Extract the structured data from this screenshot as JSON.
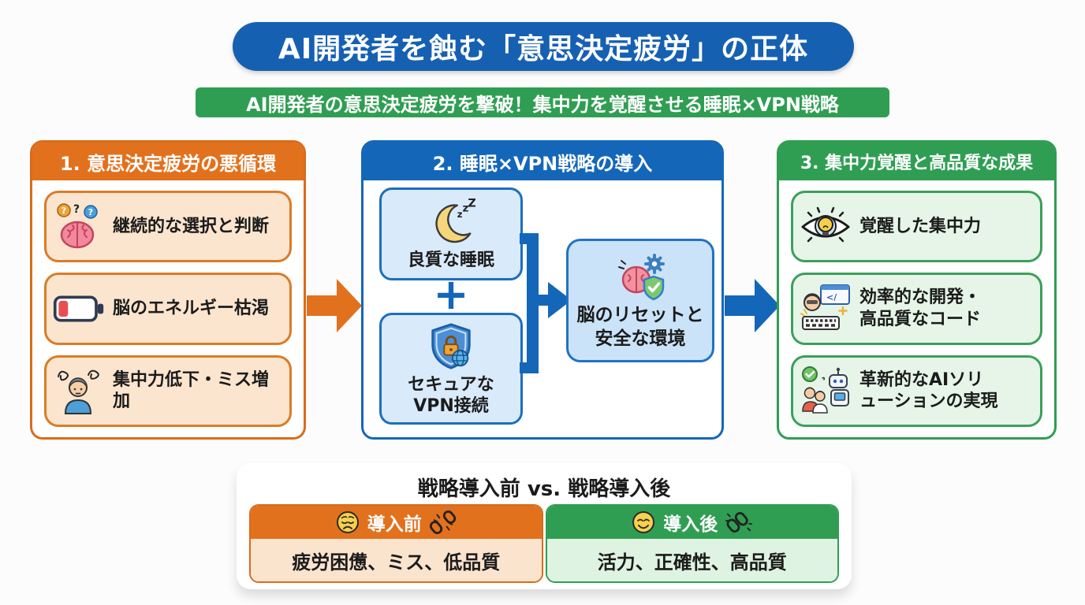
{
  "page": {
    "background": "#FCFCFC"
  },
  "header": {
    "title": "AI開発者を蝕む「意思決定疲労」の正体",
    "title_bg": "#1660B2",
    "subtitle": "AI開発者の意思決定疲労を撃破！集中力を覚醒させる睡眠×VPN戦略",
    "subtitle_bg": "#2F9E53"
  },
  "columns": [
    {
      "title": "1. 意思決定疲労の悪循環",
      "accent": "#E2711D",
      "items": [
        {
          "icon": "brain-question-icon",
          "label": "継続的な選択と判断"
        },
        {
          "icon": "battery-low-icon",
          "label": "脳のエネルギー枯渇"
        },
        {
          "icon": "stressed-person-icon",
          "label": "集中力低下・ミス増加"
        }
      ]
    },
    {
      "title": "2. 睡眠×VPN戦略の導入",
      "accent": "#1467B8",
      "plus": "+",
      "inputs": [
        {
          "icon": "moon-sleep-icon",
          "label": "良質な睡眠"
        },
        {
          "icon": "vpn-shield-icon",
          "label": "セキュアな\nVPN接続"
        }
      ],
      "result": {
        "icon": "brain-reset-icon",
        "label": "脳のリセットと\n安全な環境"
      }
    },
    {
      "title": "3. 集中力覚醒と高品質な成果",
      "accent": "#2F9E53",
      "items": [
        {
          "icon": "focus-eye-icon",
          "label": "覚醒した集中力"
        },
        {
          "icon": "developer-icon",
          "label": "効率的な開発・\n高品質なコード"
        },
        {
          "icon": "ai-robot-icon",
          "label": "革新的なAIソリ\nューションの実現"
        }
      ]
    }
  ],
  "comparison": {
    "title": "戦略導入前 vs. 戦略導入後",
    "before": {
      "header": "導入前",
      "face_icon": "sad-face-icon",
      "chain_icon": "broken-chain-icon",
      "value": "疲労困憊、ミス、低品質",
      "header_bg": "#E2711D",
      "body_bg": "#FBE4CE"
    },
    "after": {
      "header": "導入後",
      "face_icon": "happy-face-icon",
      "chain_icon": "chain-icon",
      "value": "活力、正確性、高品質",
      "header_bg": "#2F9E53",
      "body_bg": "#DFF3E2"
    }
  }
}
